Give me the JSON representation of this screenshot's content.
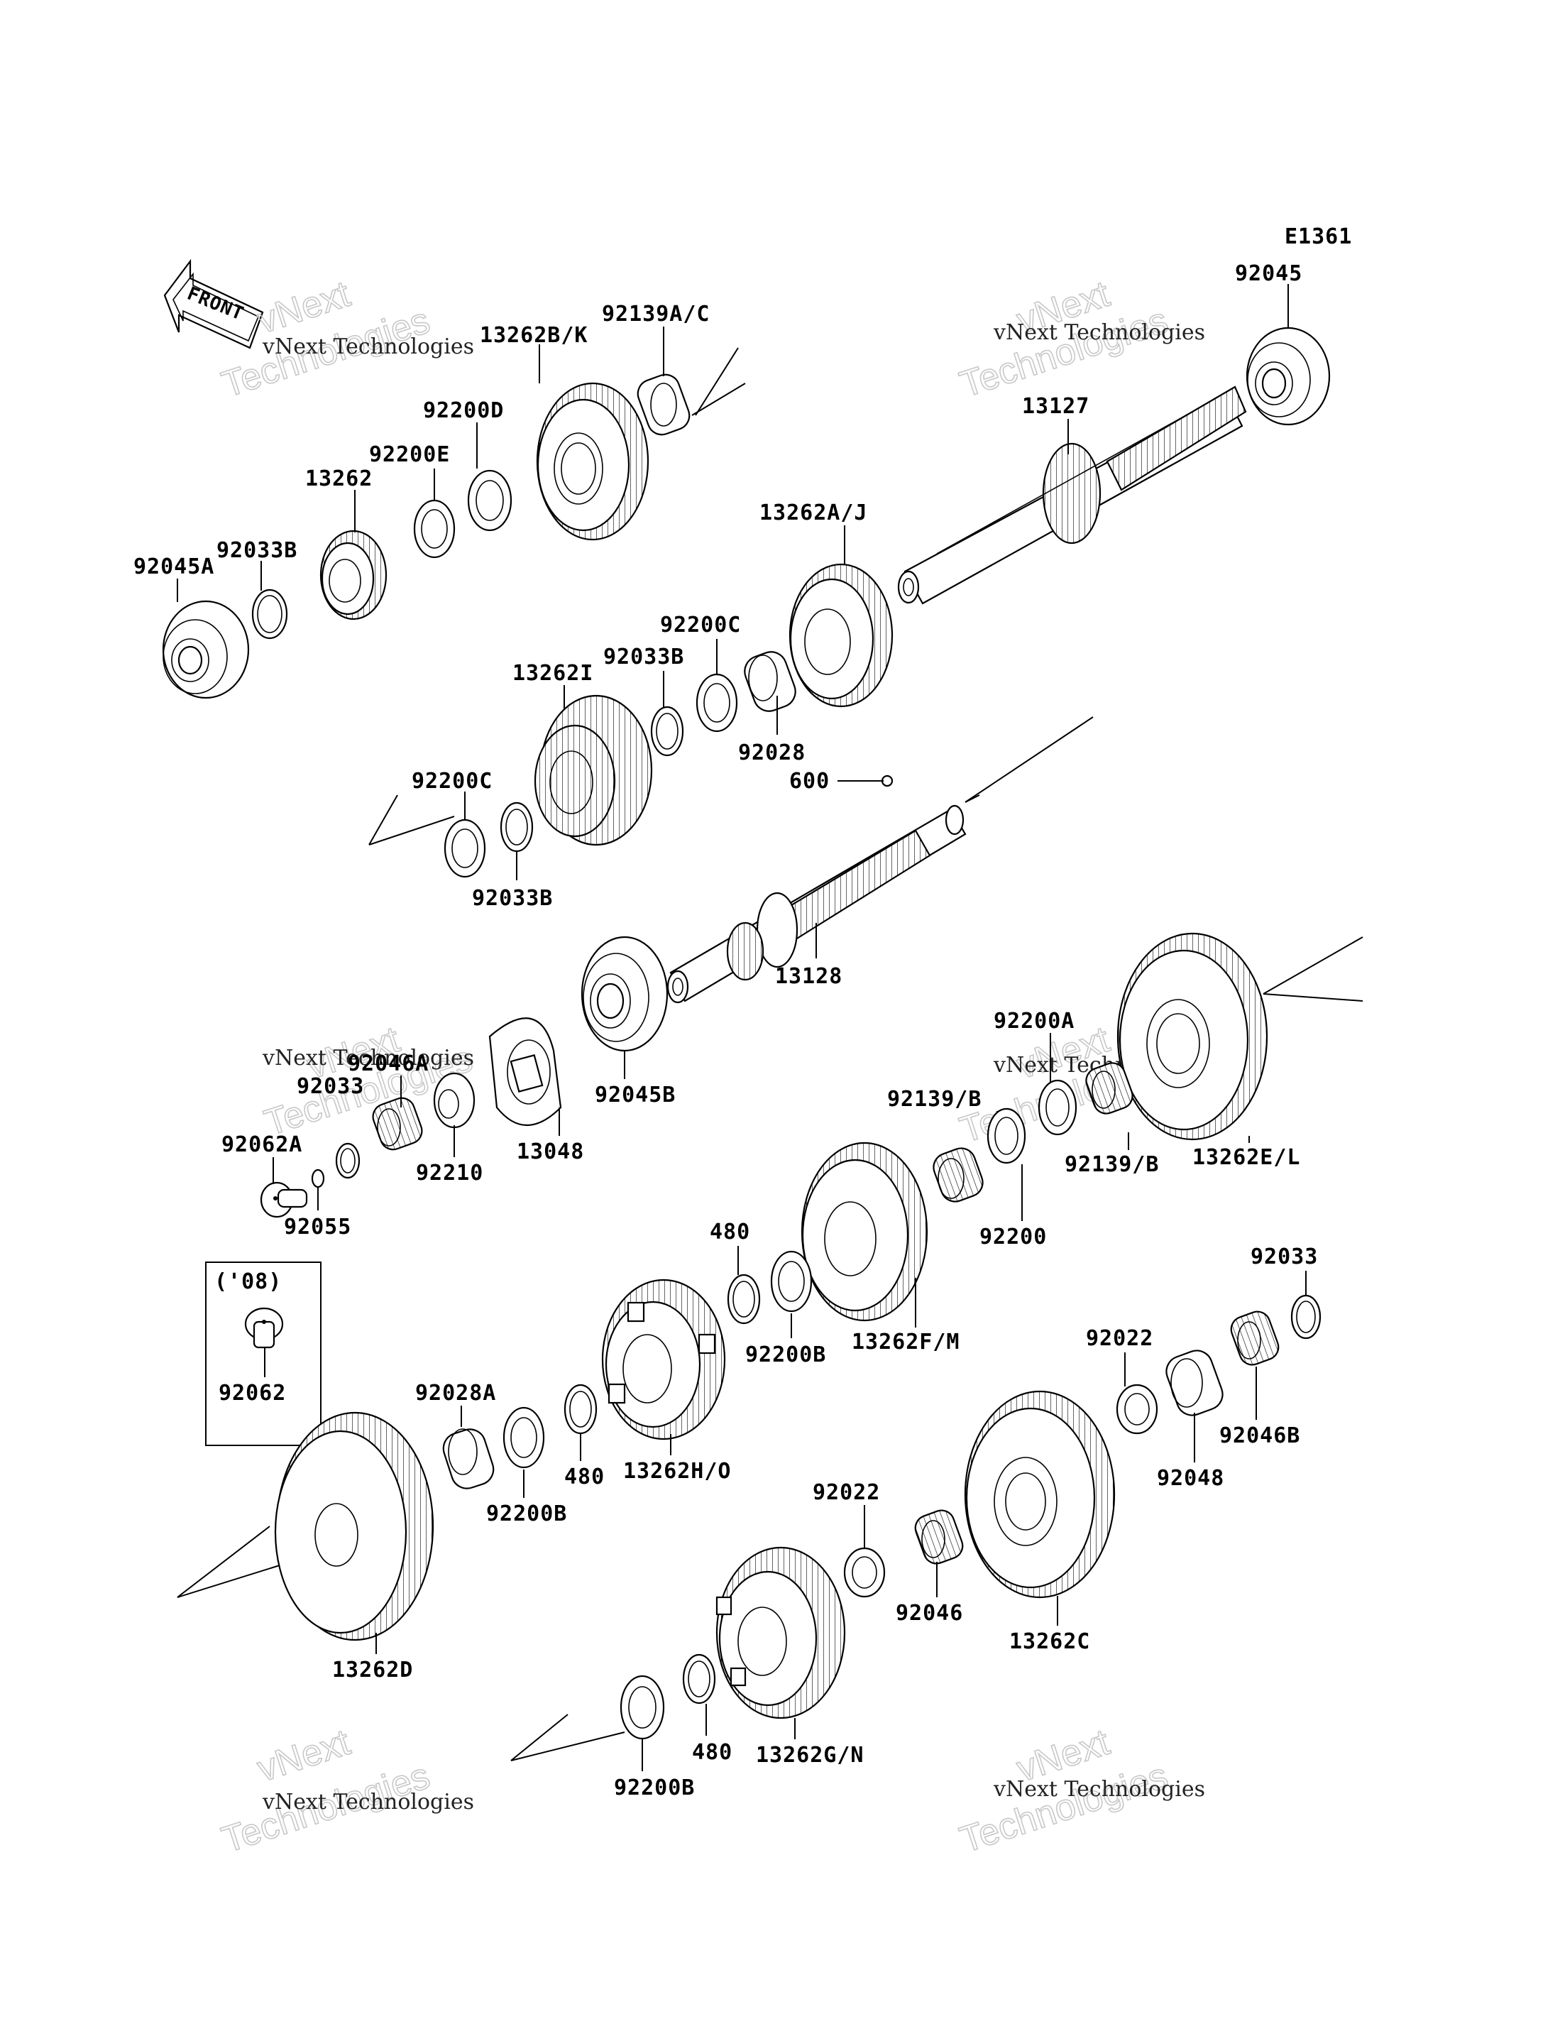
{
  "diagram_code": "E1361",
  "front_label": "FRONT",
  "watermark": {
    "line1": "vNext Technologies",
    "line2": "vNext",
    "line3": "Technologies"
  },
  "inset_label": "('08)",
  "parts": {
    "p92045": "92045",
    "p92139AC": "92139A/C",
    "p13262BK": "13262B/K",
    "p13127": "13127",
    "p92200D": "92200D",
    "p92200E": "92200E",
    "p13262": "13262",
    "p92033B_1": "92033B",
    "p92045A": "92045A",
    "p13262AJ": "13262A/J",
    "p92200C_1": "92200C",
    "p92033B_2": "92033B",
    "p13262I": "13262I",
    "p92028": "92028",
    "p600": "600",
    "p92200C_2": "92200C",
    "p92033B_3": "92033B",
    "p13128": "13128",
    "p92046A": "92046A",
    "p92033": "92033",
    "p92062A": "92062A",
    "p92210": "92210",
    "p13048": "13048",
    "p92045B": "92045B",
    "p92055": "92055",
    "p92200A": "92200A",
    "p92139B_1": "92139/B",
    "p92139B_2": "92139/B",
    "p13262EL": "13262E/L",
    "p92200": "92200",
    "p480_1": "480",
    "p13262FM": "13262F/M",
    "p92033_r": "92033",
    "p92022_1": "92022",
    "p92062": "92062",
    "p92028A": "92028A",
    "p92200B_1": "92200B",
    "p92046B": "92046B",
    "p92048": "92048",
    "p480_2": "480",
    "p13262HO": "13262H/O",
    "p92200B_2": "92200B",
    "p92022_2": "92022",
    "p92046": "92046",
    "p13262C": "13262C",
    "p13262D": "13262D",
    "p480_3": "480",
    "p13262GN": "13262G/N",
    "p92200B_3": "92200B"
  }
}
